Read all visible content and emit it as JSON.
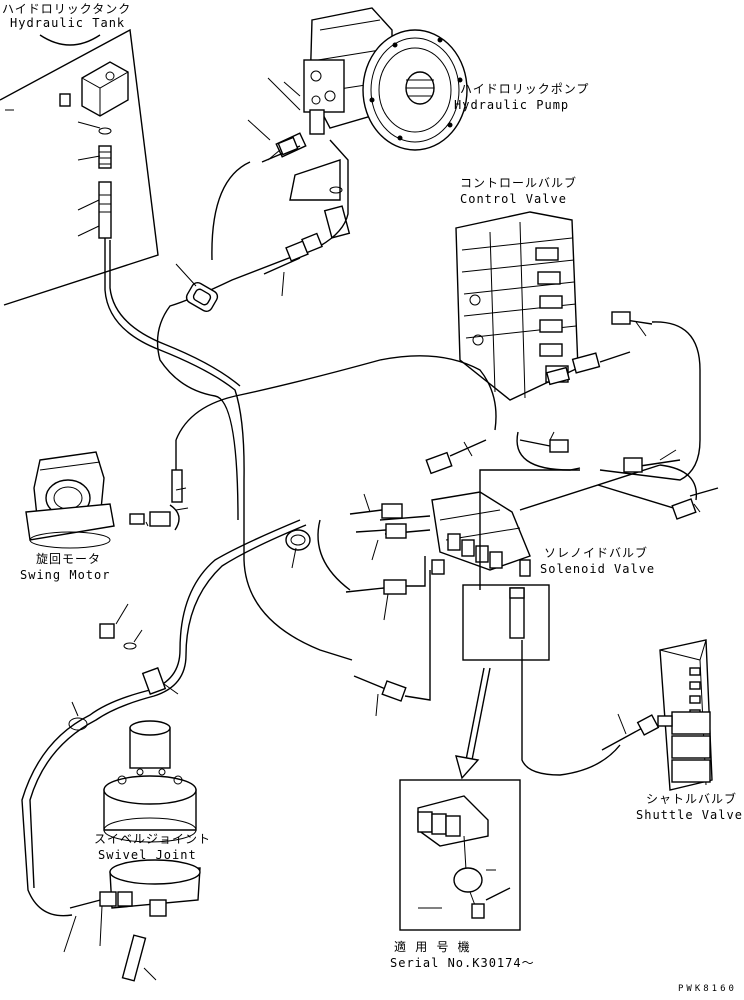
{
  "components": {
    "hydraulic_tank": {
      "label_jp": "ハイドロリックタンク",
      "label_en": "Hydraulic Tank"
    },
    "hydraulic_pump": {
      "label_jp": "ハイドロリックポンプ",
      "label_en": "Hydraulic Pump"
    },
    "control_valve": {
      "label_jp": "コントロールバルブ",
      "label_en": "Control Valve"
    },
    "swing_motor": {
      "label_jp": "旋回モータ",
      "label_en": "Swing Motor"
    },
    "solenoid_valve": {
      "label_jp": "ソレノイドバルブ",
      "label_en": "Solenoid Valve"
    },
    "shuttle_valve": {
      "label_jp": "シャトルバルブ",
      "label_en": "Shuttle Valve"
    },
    "swivel_joint": {
      "label_jp": "スイベルジョイント",
      "label_en": "Swivel Joint"
    }
  },
  "detail": {
    "applicable_jp": "適 用 号 機",
    "serial": "Serial No.K30174～"
  },
  "drawing_code": "PWK8160"
}
